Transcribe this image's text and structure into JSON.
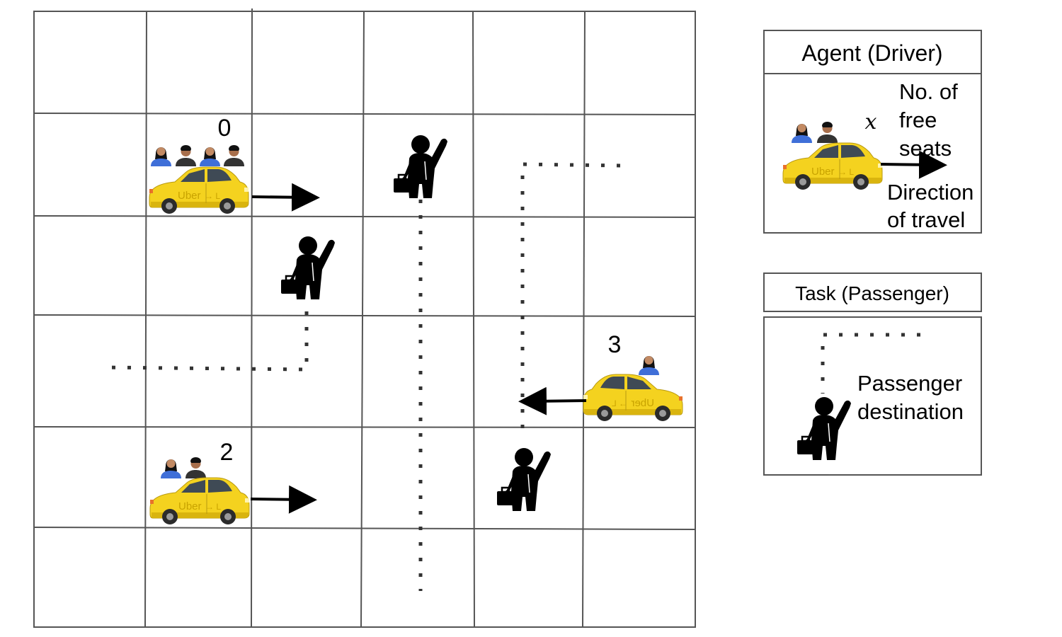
{
  "colors": {
    "grid": "#555555",
    "car_body": "#f4d21f",
    "car_shadow": "#d9b40e",
    "window": "#3f4a55",
    "wheel": "#2b2b2b",
    "person": "#000000",
    "skin": "#c28a63",
    "shirt_blue": "#3f6fd8",
    "shirt_dark": "#333333",
    "logo_text": "#c9a300"
  },
  "grid": {
    "rows": 6,
    "cols": 6
  },
  "cars": [
    {
      "id": "car-0",
      "seats_label": "0",
      "passengers": [
        "woman",
        "man",
        "woman",
        "man"
      ],
      "direction": "right"
    },
    {
      "id": "car-2",
      "seats_label": "2",
      "passengers": [
        "woman",
        "man"
      ],
      "direction": "right"
    },
    {
      "id": "car-3",
      "seats_label": "3",
      "passengers": [
        "woman"
      ],
      "direction": "left"
    }
  ],
  "car_logo": "Uber",
  "passengers_count": 3,
  "legend": {
    "agent": {
      "title": "Agent (Driver)",
      "seats_symbol": "x",
      "seats_lines": [
        "No. of",
        "free",
        "seats"
      ],
      "direction_lines": [
        "Direction",
        "of travel"
      ]
    },
    "task": {
      "title": "Task (Passenger)",
      "destination_lines": [
        "Passenger",
        "destination"
      ]
    }
  },
  "icons": {
    "car": "taxi-car-icon",
    "passenger": "hailing-passenger-icon",
    "woman": "woman-passenger-icon",
    "man": "man-passenger-icon",
    "arrow": "direction-arrow-icon"
  }
}
